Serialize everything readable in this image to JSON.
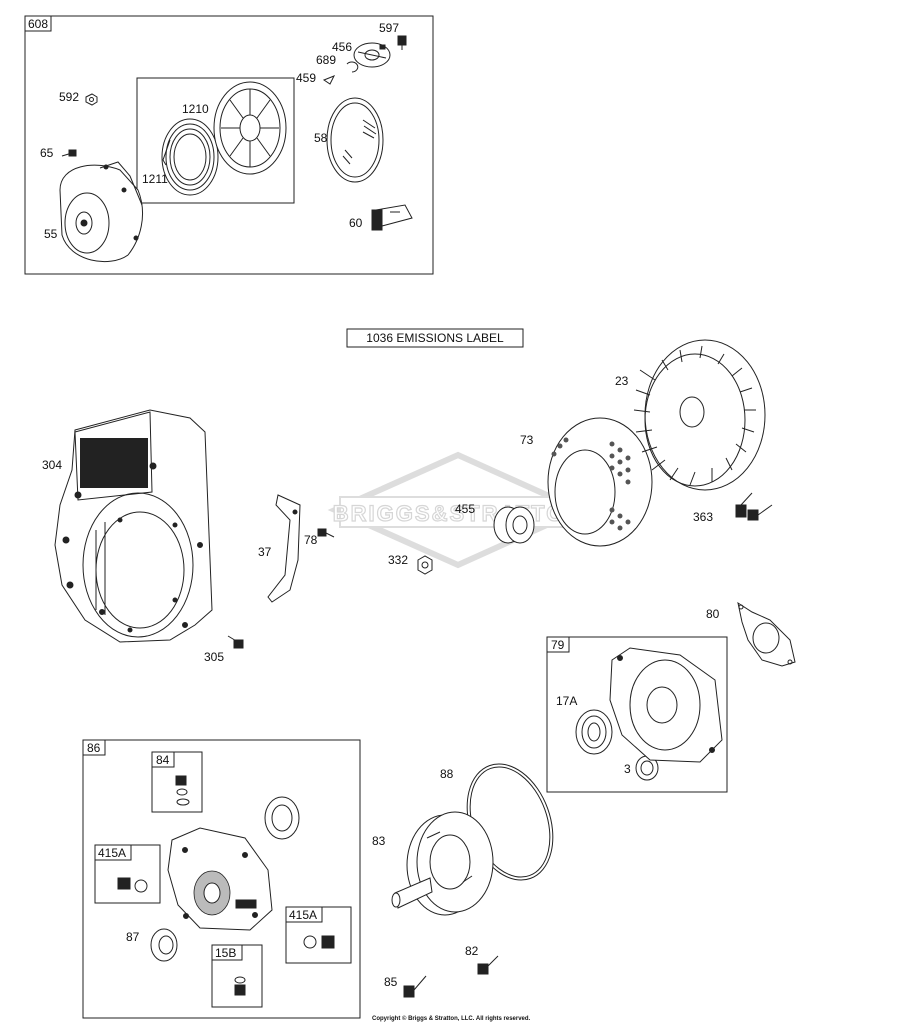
{
  "emissions_label": "1036 EMISSIONS LABEL",
  "watermark": "BRIGGS&STRATTON",
  "copyright": "Copyright © Briggs & Stratton, LLC. All rights reserved.",
  "groups": {
    "g608": "608",
    "g79": "79",
    "g86": "86",
    "g84": "84",
    "g415a_left": "415A",
    "g415a_right": "415A",
    "g15b": "15B"
  },
  "parts": {
    "p597": "597",
    "p456": "456",
    "p689": "689",
    "p459": "459",
    "p592": "592",
    "p1210": "1210",
    "p58": "58",
    "p65": "65",
    "p1211": "1211",
    "p55": "55",
    "p60": "60",
    "p23": "23",
    "p73": "73",
    "p304": "304",
    "p455": "455",
    "p363": "363",
    "p37": "37",
    "p78": "78",
    "p332": "332",
    "p80": "80",
    "p305": "305",
    "p17a": "17A",
    "p3": "3",
    "p88": "88",
    "p83": "83",
    "p87": "87",
    "p82": "82",
    "p85": "85"
  }
}
